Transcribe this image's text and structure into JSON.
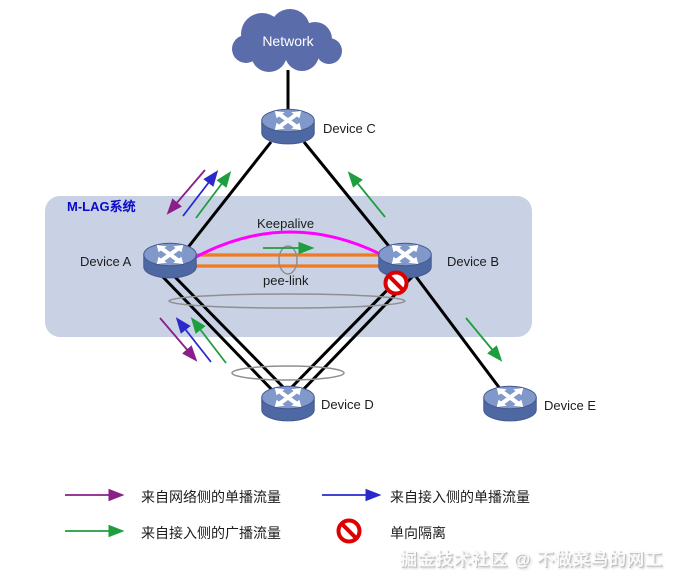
{
  "colors": {
    "cloud": "#5b6cab",
    "mlag_box": "#c9d2e5",
    "mlag_label": "#0a0acc",
    "keepalive": "#ff00ff",
    "peer_link": "#f2791f",
    "link": "#000000",
    "ellipse": "#8f8f8f",
    "unicast_from_network": "#8a1f8a",
    "unicast_from_access": "#2a2acc",
    "broadcast_from_access": "#1e9e3e",
    "isolation": "#dd0000"
  },
  "diagram": {
    "cloud_label": "Network",
    "mlag_label": "M-LAG系统",
    "keepalive_label": "Keepalive",
    "peer_link_label": "pee-link",
    "devices": {
      "a": "Device A",
      "b": "Device B",
      "c": "Device C",
      "d": "Device D",
      "e": "Device E"
    }
  },
  "legend": {
    "items": [
      {
        "label": "来自网络侧的单播流量"
      },
      {
        "label": "来自接入侧的单播流量"
      },
      {
        "label": "来自接入侧的广播流量"
      },
      {
        "label": "单向隔离"
      }
    ]
  },
  "watermark": "掘金技术社区 @ 不做菜鸟的网工"
}
